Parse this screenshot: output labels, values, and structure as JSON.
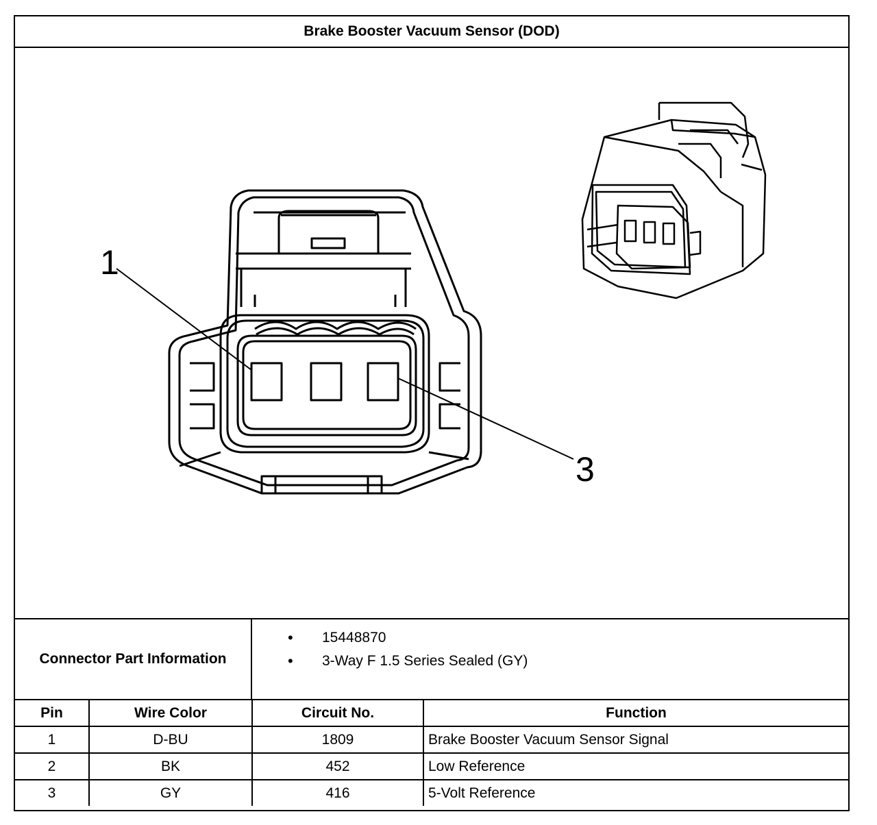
{
  "title": "Brake Booster Vacuum Sensor (DOD)",
  "diagram": {
    "pin_labels": [
      "1",
      "3"
    ]
  },
  "connector_info": {
    "label": "Connector Part Information",
    "items": [
      "15448870",
      "3-Way F 1.5 Series Sealed (GY)"
    ]
  },
  "pin_table": {
    "headers": [
      "Pin",
      "Wire Color",
      "Circuit No.",
      "Function"
    ],
    "rows": [
      [
        "1",
        "D-BU",
        "1809",
        "Brake Booster Vacuum Sensor Signal"
      ],
      [
        "2",
        "BK",
        "452",
        "Low Reference"
      ],
      [
        "3",
        "GY",
        "416",
        "5-Volt Reference"
      ]
    ]
  }
}
